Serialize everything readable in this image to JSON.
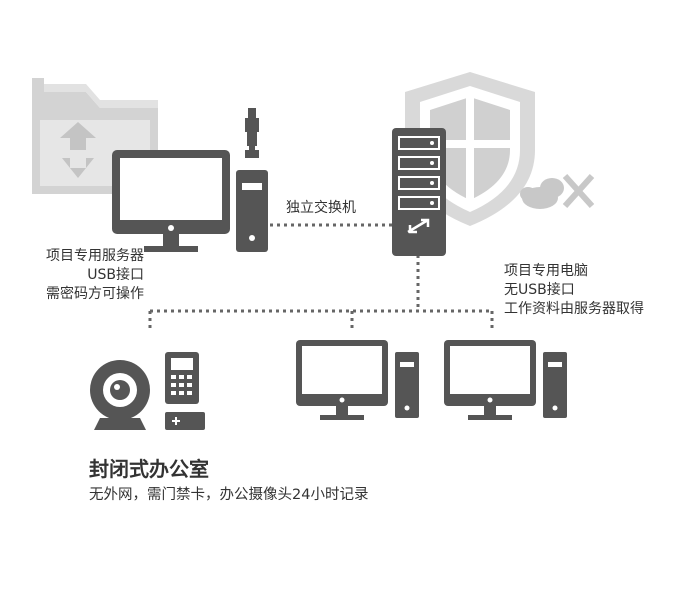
{
  "switch_label": "独立交换机",
  "server_desc": [
    "项目专用服务器",
    "USB接口",
    "需密码方可操作"
  ],
  "pc_desc": [
    "项目专用电脑",
    "无USB接口",
    "工作资料由服务器取得"
  ],
  "office": {
    "title": "封闭式办公室",
    "subtitle": "无外网，需门禁卡，办公摄像头24小时记录"
  },
  "colors": {
    "icon_dark": "#555555",
    "icon_light": "#d3d3d3",
    "dotted_line": "#666666",
    "text": "#333333"
  },
  "icons": [
    "folder-sync-icon",
    "shield-icon",
    "cloud-blocked-icon",
    "monitor-icon",
    "usb-drive-icon",
    "tower-case-icon",
    "server-icon",
    "camera-icon",
    "access-keypad-icon",
    "card-reader-icon"
  ]
}
